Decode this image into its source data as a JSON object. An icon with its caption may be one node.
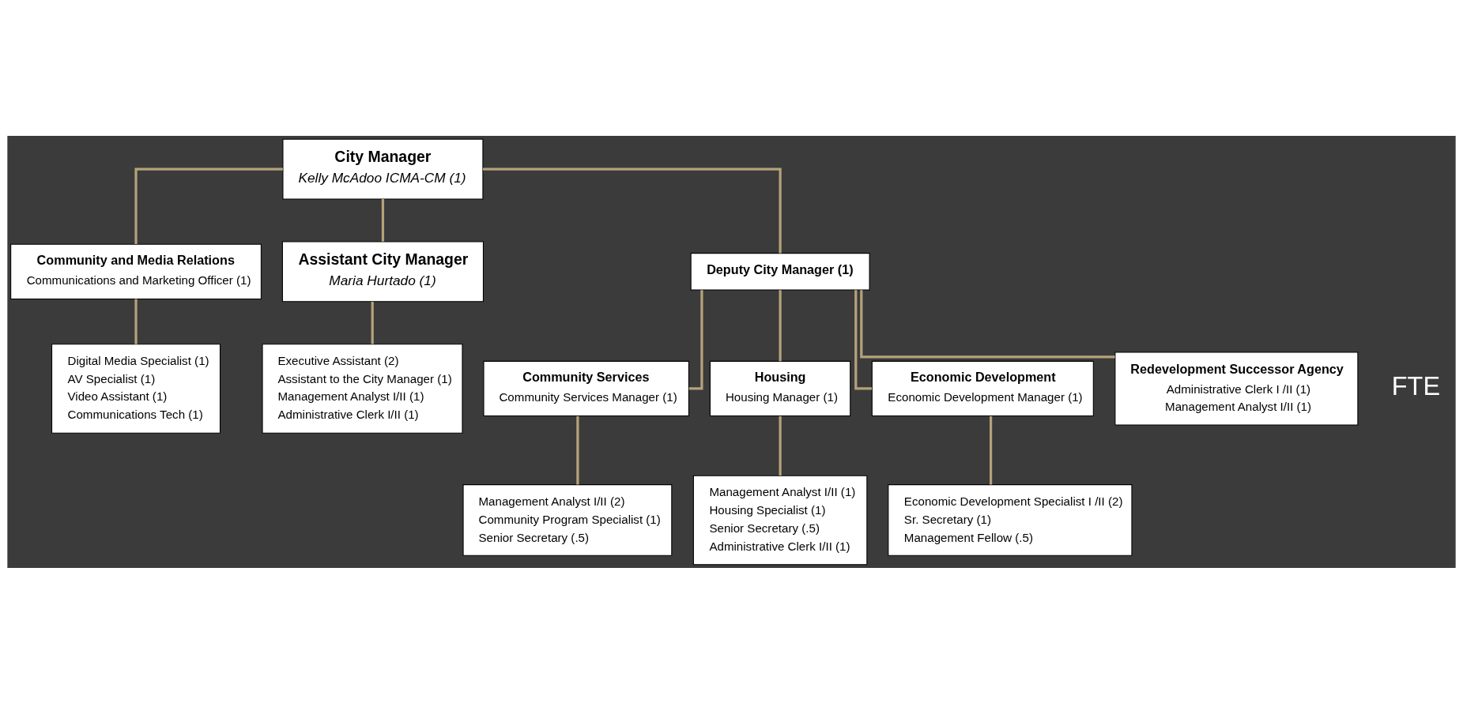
{
  "diagram": {
    "nodes": [
      {
        "text": [
          "City Manager",
          "Kelly McAdoo ICMA-CM (1)"
        ]
      },
      {
        "text": [
          "Community and Media Relations",
          "Communications and Marketing Officer (1)"
        ]
      },
      {
        "text": [
          "Assistant City Manager",
          "Maria Hurtado (1)"
        ]
      },
      {
        "text": [
          "Deputy City Manager (1)"
        ]
      },
      {
        "text": [
          "Digital Media Specialist (1)",
          "AV Specialist (1)",
          "Video Assistant (1)",
          "Communications Tech (1)"
        ]
      },
      {
        "text": [
          "Executive Assistant (2)",
          "Assistant to the City Manager (1)",
          "Management Analyst I/II (1)",
          "Administrative Clerk I/II (1)"
        ]
      },
      {
        "text": [
          "Community Services",
          "Community Services Manager (1)"
        ]
      },
      {
        "text": [
          "Housing",
          "Housing Manager (1)"
        ]
      },
      {
        "text": [
          "Economic Development",
          "Economic Development Manager (1)"
        ]
      },
      {
        "text": [
          "Redevelopment Successor Agency",
          "Administrative Clerk I /II (1)",
          "Management Analyst I/II (1)"
        ]
      },
      {
        "text": [
          "Management Analyst I/II (2)",
          "Community Program Specialist (1)",
          "Senior Secretary (.5)"
        ]
      },
      {
        "text": [
          "Management Analyst I/II (1)",
          "Housing Specialist (1)",
          "Senior Secretary (.5)",
          "Administrative Clerk I/II (1)"
        ]
      },
      {
        "text": [
          "Economic Development Specialist I /II (2)",
          "Sr. Secretary (1)",
          "Management Fellow (.5)"
        ]
      }
    ],
    "edges": [
      {
        "from": 0,
        "to": 1,
        "arrow": "none"
      },
      {
        "from": 0,
        "to": 2,
        "arrow": "none"
      },
      {
        "from": 0,
        "to": 3,
        "arrow": "none"
      },
      {
        "from": 1,
        "to": 4,
        "arrow": "none"
      },
      {
        "from": 2,
        "to": 5,
        "arrow": "none"
      },
      {
        "from": 3,
        "to": 6,
        "arrow": "none"
      },
      {
        "from": 3,
        "to": 7,
        "arrow": "none"
      },
      {
        "from": 3,
        "to": 8,
        "arrow": "none"
      },
      {
        "from": 3,
        "to": 9,
        "arrow": "none"
      },
      {
        "from": 6,
        "to": 10,
        "arrow": "none"
      },
      {
        "from": 7,
        "to": 11,
        "arrow": "none"
      },
      {
        "from": 8,
        "to": 12,
        "arrow": "none"
      }
    ],
    "labels": [
      "FTE"
    ]
  }
}
